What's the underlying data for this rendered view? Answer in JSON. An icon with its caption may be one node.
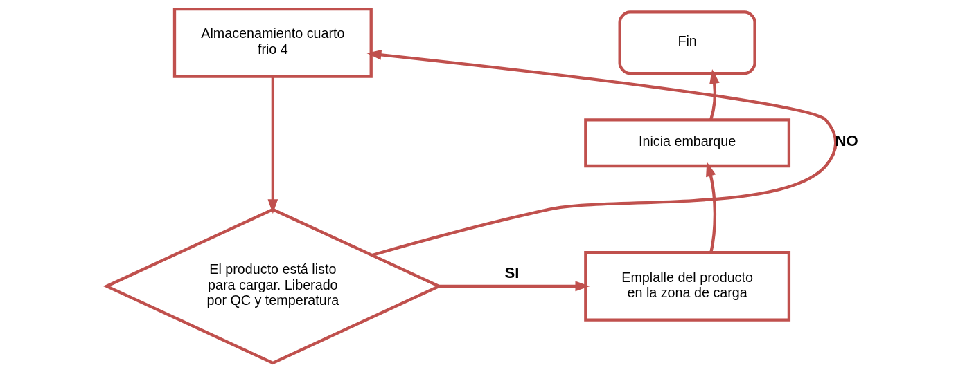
{
  "diagram": {
    "nodes": [
      {
        "text": [
          "Fin"
        ]
      },
      {
        "text": [
          "Almacenamiento cuarto frio 4"
        ]
      },
      {
        "text": [
          "Inicia embarque"
        ]
      },
      {
        "text": [
          "El producto está listo para cargar. Liberado por QC y temperatura"
        ]
      },
      {
        "text": [
          "Emplalle del producto en la zona de carga"
        ]
      }
    ],
    "edges": [
      {
        "from": 1,
        "to": 3,
        "arrow": "to"
      },
      {
        "from": 3,
        "to": 4,
        "arrow": "to",
        "label": "SI"
      },
      {
        "from": 3,
        "to": 1,
        "arrow": "to",
        "label": "NO"
      },
      {
        "from": 4,
        "to": 2,
        "arrow": "to"
      },
      {
        "from": 2,
        "to": 0,
        "arrow": "to"
      }
    ]
  }
}
